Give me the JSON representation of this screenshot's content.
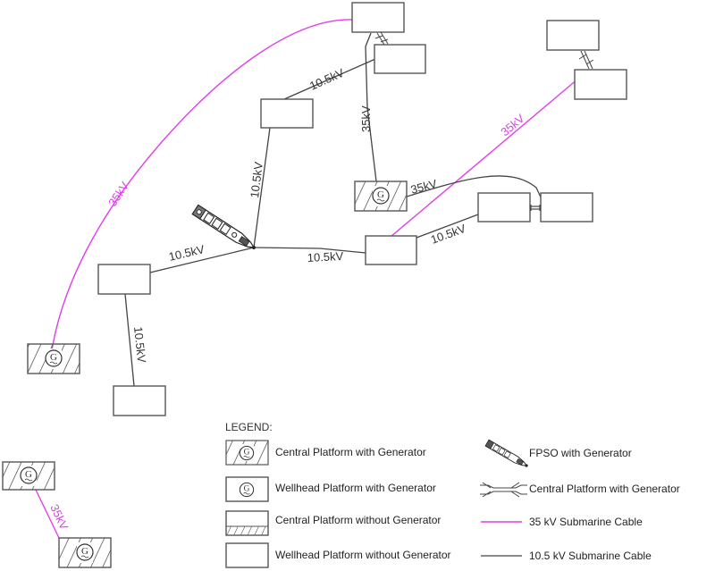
{
  "diagram": {
    "title": "Offshore power grid interconnection",
    "cable_labels": {
      "c35_arc": "35kV",
      "c35_vertical": "35kV",
      "c35_diagonal": "35kV",
      "c35_bottom": "35kV",
      "c35_curve": "35kV",
      "c10_upper": "10.5kV",
      "c10_fpso_up": "10.5kV",
      "c10_fpso_left": "10.5kV",
      "c10_fpso_right": "10.5kV",
      "c10_right": "10.5kV",
      "c10_down": "10.5kV"
    },
    "generator_symbol": "G",
    "colors": {
      "cable_35kv": "#e040e8",
      "cable_10kv": "#444444",
      "outline": "#555555"
    }
  },
  "legend": {
    "title": "LEGEND:",
    "items": [
      {
        "symbol": "central-platform-with-generator",
        "label": "Central Platform with Generator"
      },
      {
        "symbol": "wellhead-platform-with-generator",
        "label": "Wellhead Platform with Generator"
      },
      {
        "symbol": "central-platform-without-generator",
        "label": "Central Platform without Generator"
      },
      {
        "symbol": "wellhead-platform-without-generator",
        "label": "Wellhead Platform without Generator"
      },
      {
        "symbol": "fpso-with-generator",
        "label": "FPSO with Generator"
      },
      {
        "symbol": "bridge-link",
        "label": "Central Platform with Generator"
      },
      {
        "symbol": "cable-35kv",
        "label": "35 kV Submarine Cable"
      },
      {
        "symbol": "cable-10kv",
        "label": "10.5 kV Submarine Cable"
      }
    ]
  }
}
